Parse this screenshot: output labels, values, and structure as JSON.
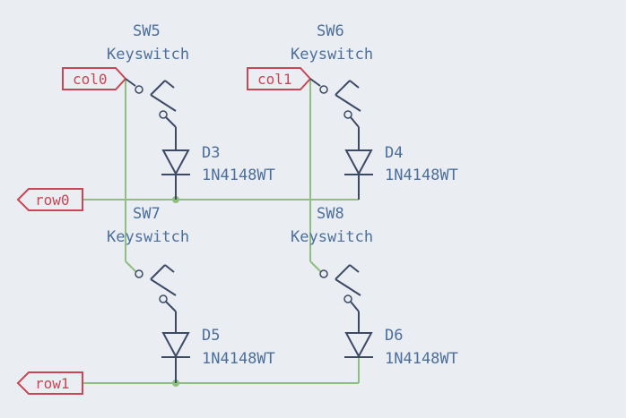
{
  "labels": {
    "col0": "col0",
    "col1": "col1",
    "row0": "row0",
    "row1": "row1"
  },
  "switches": {
    "sw5": {
      "ref": "SW5",
      "value": "Keyswitch"
    },
    "sw6": {
      "ref": "SW6",
      "value": "Keyswitch"
    },
    "sw7": {
      "ref": "SW7",
      "value": "Keyswitch"
    },
    "sw8": {
      "ref": "SW8",
      "value": "Keyswitch"
    }
  },
  "diodes": {
    "d3": {
      "ref": "D3",
      "value": "1N4148WT"
    },
    "d4": {
      "ref": "D4",
      "value": "1N4148WT"
    },
    "d5": {
      "ref": "D5",
      "value": "1N4148WT"
    },
    "d6": {
      "ref": "D6",
      "value": "1N4148WT"
    }
  },
  "colors": {
    "background": "#eaedf2",
    "wire": "#8fbf7f",
    "component": "#3c4a66",
    "reference_text": "#4c6f9b",
    "net_label": "#c74755"
  }
}
